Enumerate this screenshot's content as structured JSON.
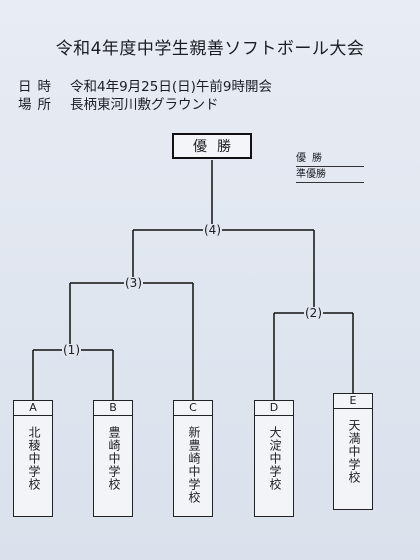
{
  "title": "令和4年度中学生親善ソフトボール大会",
  "date": {
    "label": "日時",
    "value": "令和4年9月25日(日)午前9時開会"
  },
  "venue": {
    "label": "場所",
    "value": "長柄東河川敷グラウンド"
  },
  "winner_box": "優勝",
  "results": {
    "champion": "優勝",
    "runner_up": "準優勝"
  },
  "matches": [
    {
      "number": "(1)"
    },
    {
      "number": "(2)"
    },
    {
      "number": "(3)"
    },
    {
      "number": "(4)"
    }
  ],
  "teams": [
    {
      "letter": "A",
      "name": "北稜中学校"
    },
    {
      "letter": "B",
      "name": "豊崎中学校"
    },
    {
      "letter": "C",
      "name": "新豊崎中学校"
    },
    {
      "letter": "D",
      "name": "大淀中学校"
    },
    {
      "letter": "E",
      "name": "天満中学校"
    }
  ]
}
